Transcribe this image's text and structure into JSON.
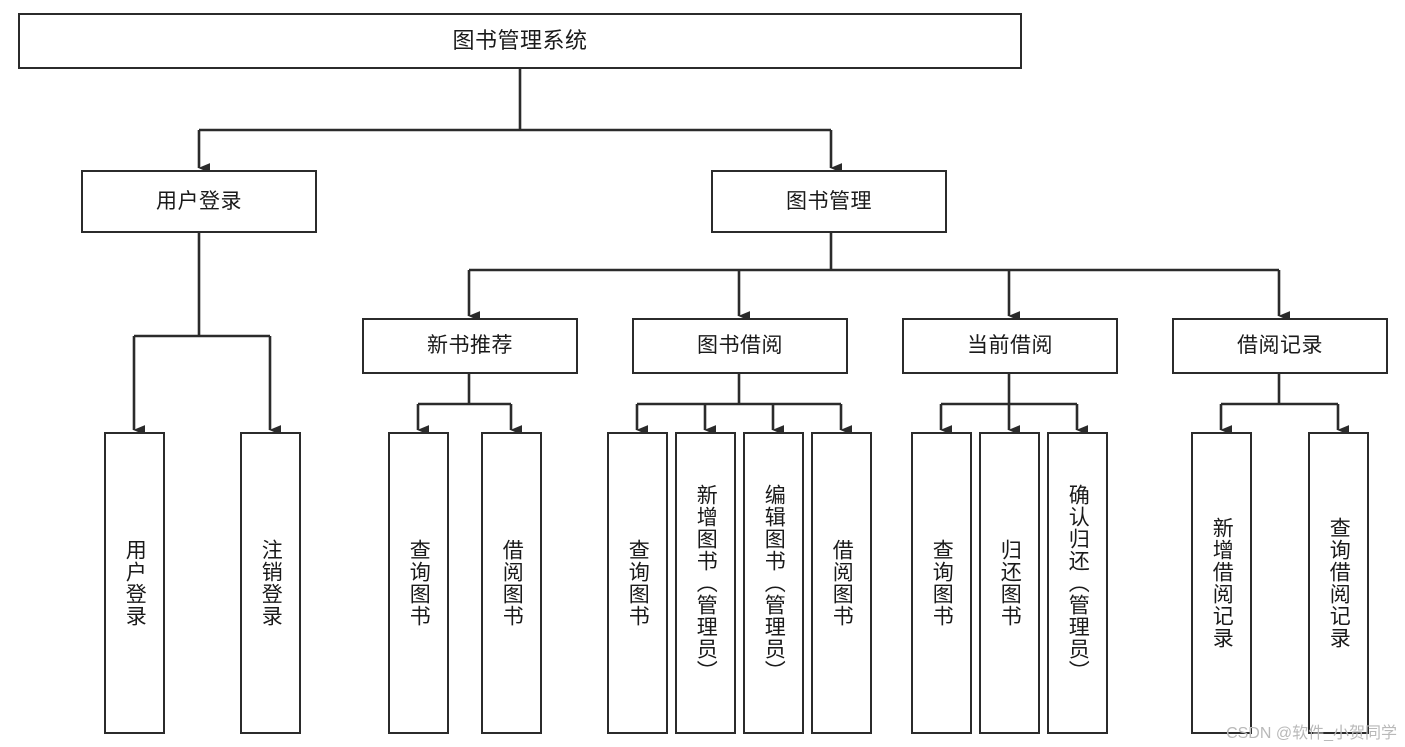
{
  "diagram": {
    "type": "hierarchy-tree",
    "title": "图书管理系统",
    "watermark": "CSDN @软件_小贺同学",
    "colors": {
      "box_border": "#2b2b2b",
      "box_fill": "#ffffff",
      "connector": "#2b2b2b",
      "text": "#1a1a1a",
      "watermark": "#b9b9b9"
    },
    "levels": {
      "root": {
        "label": "图书管理系统"
      },
      "level2": [
        {
          "id": "user-login",
          "label": "用户登录"
        },
        {
          "id": "book-management",
          "label": "图书管理"
        }
      ],
      "level3": [
        {
          "id": "new-book-recommend",
          "label": "新书推荐",
          "parent": "book-management"
        },
        {
          "id": "book-borrow",
          "label": "图书借阅",
          "parent": "book-management"
        },
        {
          "id": "current-borrow",
          "label": "当前借阅",
          "parent": "book-management"
        },
        {
          "id": "borrow-record",
          "label": "借阅记录",
          "parent": "book-management"
        }
      ],
      "leaves": [
        {
          "id": "leaf-user-login",
          "label": "用户登录",
          "parent": "user-login"
        },
        {
          "id": "leaf-logout-login",
          "label": "注销登录",
          "parent": "user-login"
        },
        {
          "id": "leaf-query-book-1",
          "label": "查询图书",
          "parent": "new-book-recommend"
        },
        {
          "id": "leaf-borrow-book-1",
          "label": "借阅图书",
          "parent": "new-book-recommend"
        },
        {
          "id": "leaf-query-book-2",
          "label": "查询图书",
          "parent": "book-borrow"
        },
        {
          "id": "leaf-add-book",
          "label": "新增图书（管理员）",
          "parent": "book-borrow"
        },
        {
          "id": "leaf-edit-book",
          "label": "编辑图书（管理员）",
          "parent": "book-borrow"
        },
        {
          "id": "leaf-borrow-book-2",
          "label": "借阅图书",
          "parent": "book-borrow"
        },
        {
          "id": "leaf-query-book-3",
          "label": "查询图书",
          "parent": "current-borrow"
        },
        {
          "id": "leaf-return-book",
          "label": "归还图书",
          "parent": "current-borrow"
        },
        {
          "id": "leaf-confirm-return",
          "label": "确认归还（管理员）",
          "parent": "current-borrow"
        },
        {
          "id": "leaf-add-borrow-record",
          "label": "新增借阅记录",
          "parent": "borrow-record"
        },
        {
          "id": "leaf-query-borrow-record",
          "label": "查询借阅记录",
          "parent": "borrow-record"
        }
      ]
    }
  }
}
